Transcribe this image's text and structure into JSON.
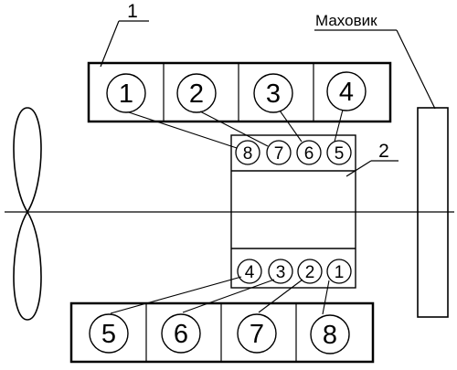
{
  "labels": {
    "engine_block_number": "1",
    "gearbox_number": "2",
    "flywheel": "Маховик"
  },
  "cylinders_top": [
    "1",
    "2",
    "3",
    "4"
  ],
  "cylinders_bottom": [
    "5",
    "6",
    "7",
    "8"
  ],
  "connections_top": [
    "8",
    "7",
    "6",
    "5"
  ],
  "connections_bottom": [
    "4",
    "3",
    "2",
    "1"
  ],
  "colors": {
    "line": "#000000",
    "background": "#ffffff"
  }
}
